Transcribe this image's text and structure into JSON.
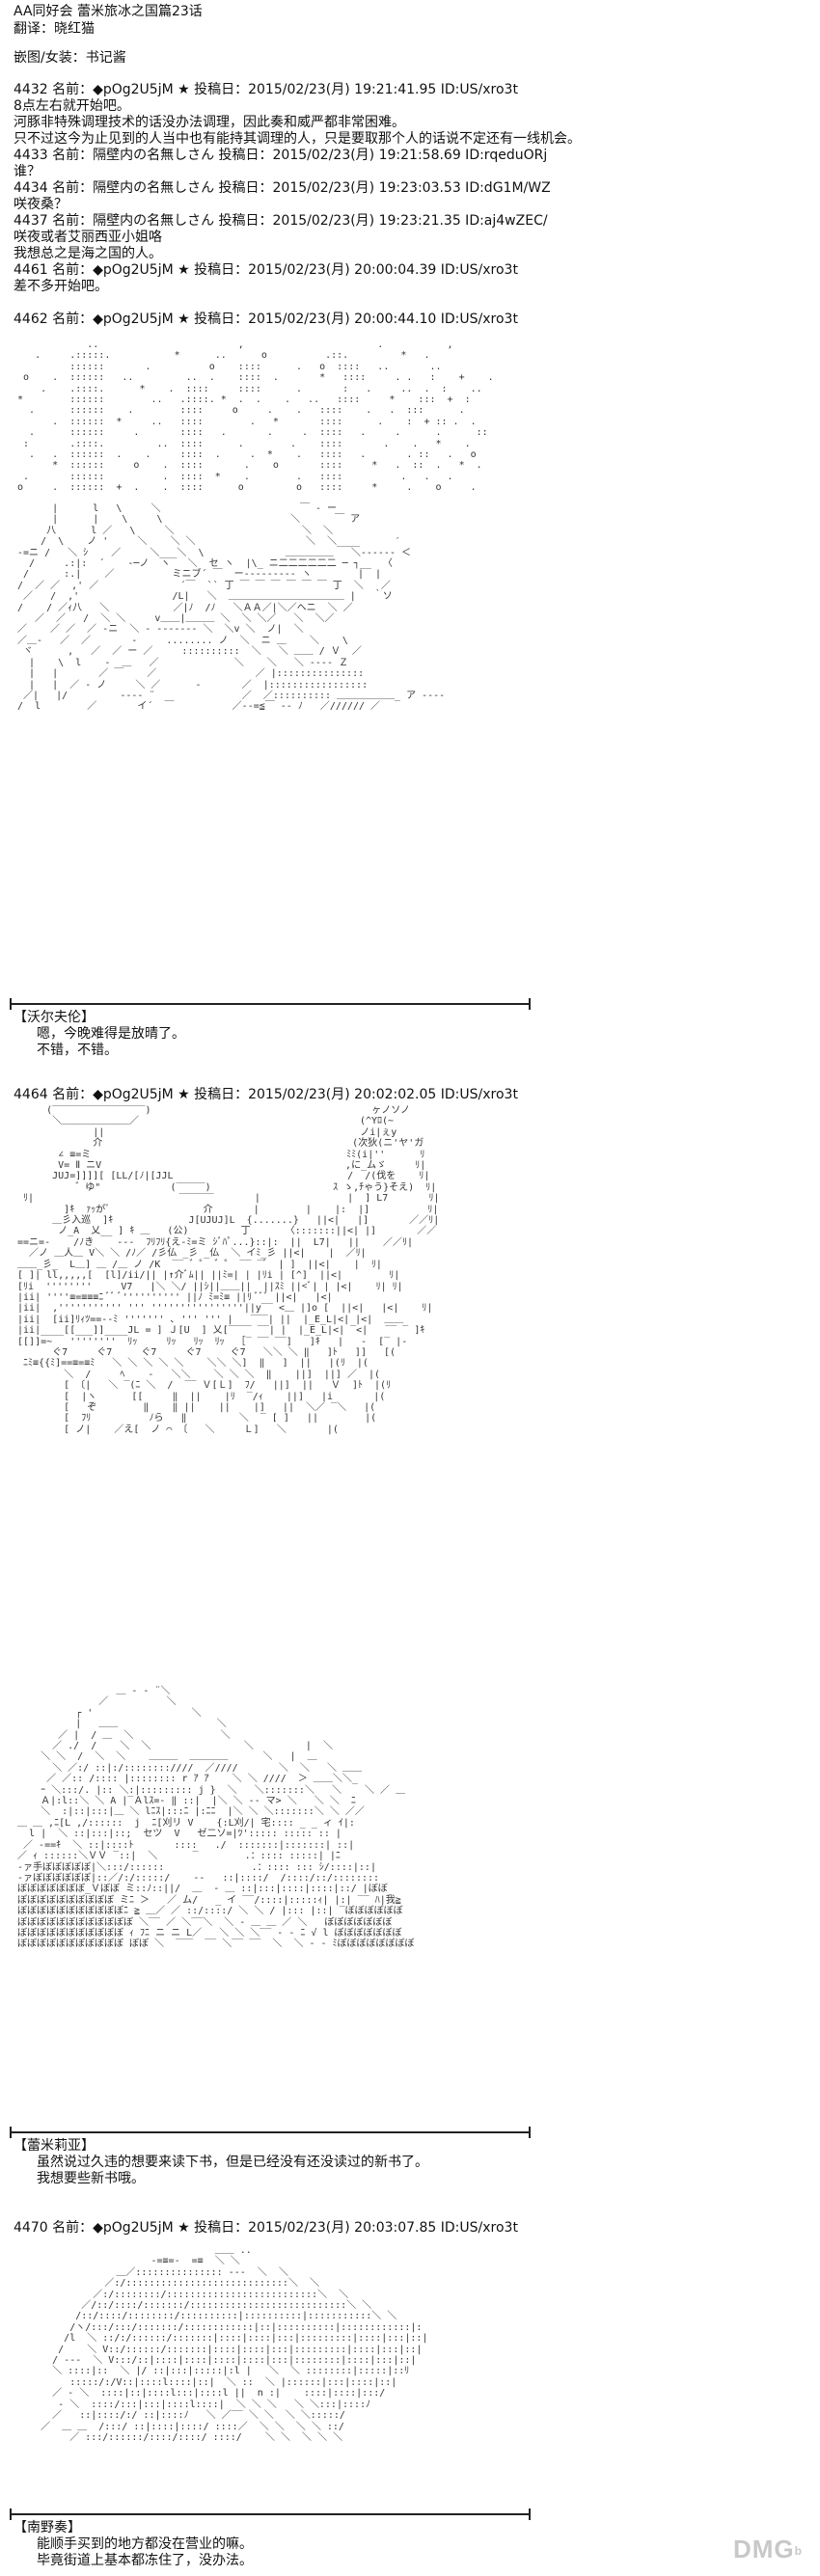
{
  "header": {
    "title": "AA同好会 蕾米旅冰之国篇23话",
    "translator": "翻译：晓红猫",
    "credits": "嵌图/女装：书记酱"
  },
  "posts": [
    {
      "head": "4432 名前：◆pOg2U5jM ★ 投稿日：2015/02/23(月) 19:21:41.95 ID:US/xro3t",
      "lines": [
        "8点左右就开始吧。",
        "河豚非特殊调理技术的话没办法调理，因此奏和威严都非常困难。",
        "只不过这今为止见到的人当中也有能持其调理的人，只是要取那个人的话说不定还有一线机会。"
      ]
    },
    {
      "head": "4433 名前：隔壁内の名無しさん 投稿日：2015/02/23(月) 19:21:58.69 ID:rqeduORj",
      "lines": [
        "谁？"
      ]
    },
    {
      "head": "4434 名前：隔壁内の名無しさん 投稿日：2015/02/23(月) 19:23:03.53 ID:dG1M/WZ",
      "lines": [
        "咲夜桑？"
      ]
    },
    {
      "head": "4437 名前：隔壁内の名無しさん 投稿日：2015/02/23(月) 19:23:21.35 ID:aj4wZEC/",
      "lines": [
        "咲夜或者艾丽西亚小姐咯",
        "我想总之是海之国的人。"
      ]
    },
    {
      "head": "4461 名前：◆pOg2U5jM ★ 投稿日：2015/02/23(月) 20:00:04.39 ID:US/xro3t",
      "lines": [
        "差不多开始吧。"
      ]
    },
    {
      "head": "4462 名前：◆pOg2U5jM ★ 投稿日：2015/02/23(月) 20:00:44.10 ID:US/xro3t",
      "lines": []
    },
    {
      "head": "4464 名前：◆pOg2U5jM ★ 投稿日：2015/02/23(月) 20:02:02.05 ID:US/xro3t",
      "lines": []
    },
    {
      "head": "4470 名前：◆pOg2U5jM ★ 投稿日：2015/02/23(月) 20:03:07.85 ID:US/xro3t",
      "lines": []
    }
  ],
  "scenes": [
    {
      "speaker": "【沃尔夫伦】",
      "lines": [
        "嗯，今晚难得是放晴了。",
        "不错，不错。"
      ]
    },
    {
      "speaker": "【蕾米莉亚】",
      "lines": [
        "虽然说过久违的想要来读下书，但是已经没有还没读过的新书了。",
        "我想要些新书哦。"
      ]
    },
    {
      "speaker": "【南野奏】",
      "lines": [
        "能顺手买到的地方都没在营业的嘛。",
        "毕竟街道上基本都冻住了，没办法。"
      ]
    }
  ],
  "watermark": {
    "main": "DMG",
    "sub": "b"
  }
}
